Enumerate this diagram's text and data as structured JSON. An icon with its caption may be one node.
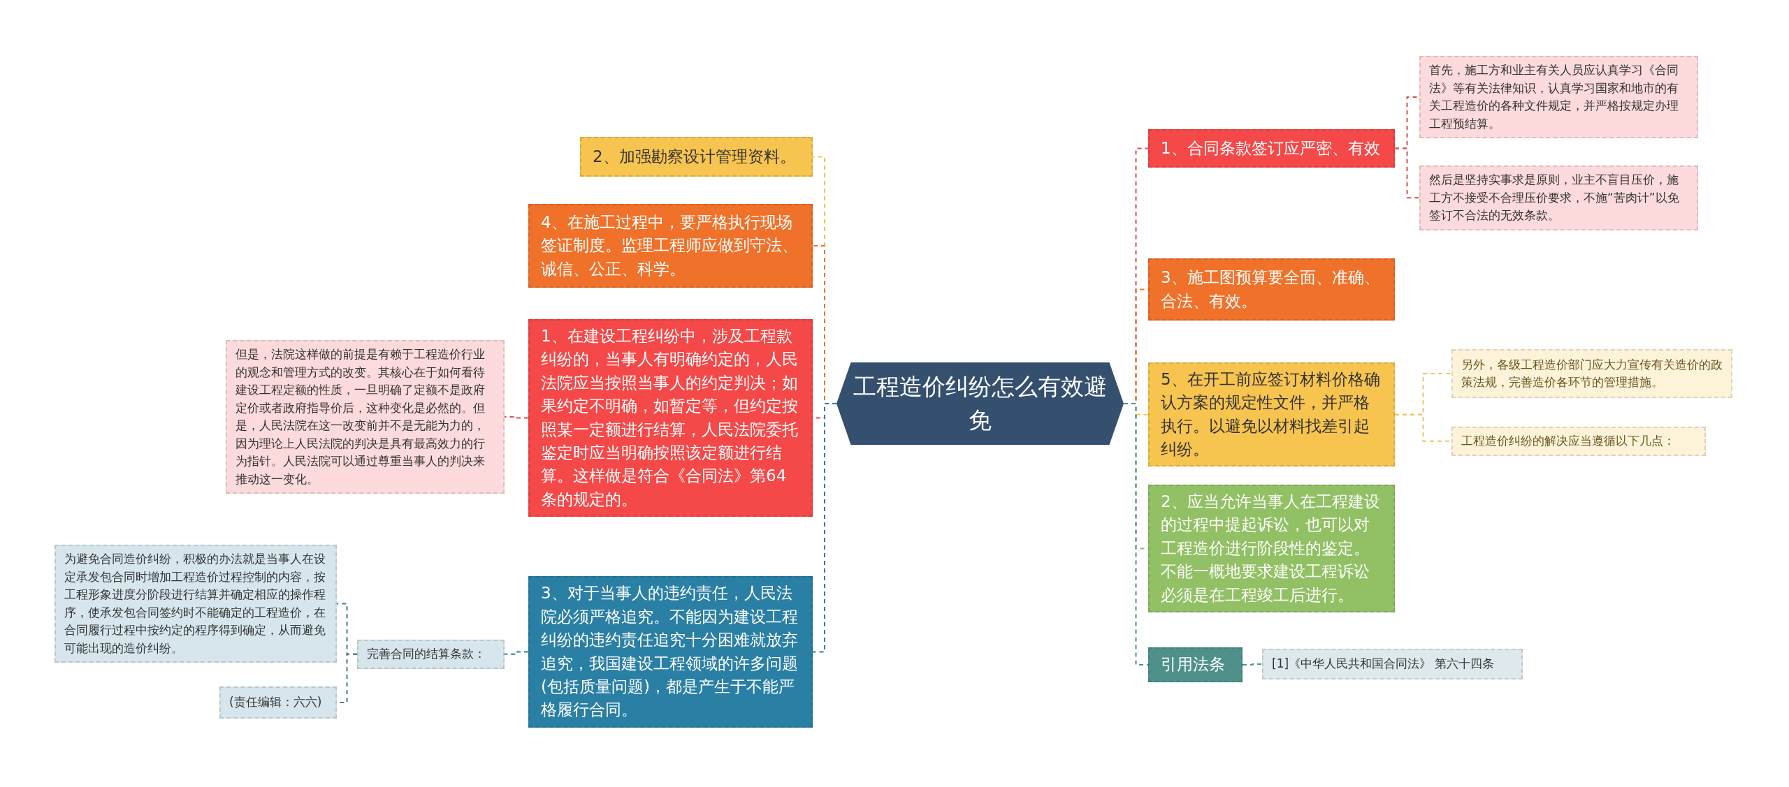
{
  "diagram": {
    "nodes": [
      {
        "text": [
          "工程造价纠纷怎么有效避免"
        ]
      },
      {
        "text": [
          "2、加强勘察设计管理资料。"
        ]
      },
      {
        "text": [
          "4、在施工过程中，要严格执行现场签证制度。监理工程师应做到守法、诚信、公正、科学。"
        ]
      },
      {
        "text": [
          "1、在建设工程纠纷中，涉及工程款纠纷的，当事人有明确约定的，人民法院应当按照当事人的约定判决；如果约定不明确，如暂定等，但约定按照某一定额进行结算，人民法院委托鉴定时应当明确按照该定额进行结算。这样做是符合《合同法》第64条的规定的。"
        ]
      },
      {
        "text": [
          "但是，法院这样做的前提是有赖于工程造价行业的观念和管理方式的改变。其核心在于如何看待建设工程定额的性质，一旦明确了定额不是政府定价或者政府指导价后，这种变化是必然的。但是，人民法院在这一改变前并不是无能为力的，因为理论上人民法院的判决是具有最高效力的行为指针。人民法院可以通过尊重当事人的判决来推动这一变化。"
        ]
      },
      {
        "text": [
          "3、对于当事人的违约责任，人民法院必须严格追究。不能因为建设工程纠纷的违约责任追究十分困难就放弃追究，我国建设工程领域的许多问题(包括质量问题)，都是产生于不能严格履行合同。"
        ]
      },
      {
        "text": [
          "完善合同的结算条款："
        ]
      },
      {
        "text": [
          "为避免合同造价纠纷，积极的办法就是当事人在设定承发包合同时增加工程造价过程控制的内容，按工程形象进度分阶段进行结算并确定相应的操作程序，使承发包合同签约时不能确定的工程造价，在合同履行过程中按约定的程序得到确定，从而避免可能出现的造价纠纷。"
        ]
      },
      {
        "text": [
          "(责任编辑：六六)"
        ]
      },
      {
        "text": [
          "1、合同条款签订应严密、有效"
        ]
      },
      {
        "text": [
          "首先，施工方和业主有关人员应认真学习《合同法》等有关法律知识，认真学习国家和地市的有关工程造价的各种文件规定，并严格按规定办理工程预结算。"
        ]
      },
      {
        "text": [
          "然后是坚持实事求是原则，业主不盲目压价，施工方不接受不合理压价要求，不施“苦肉计”以免签订不合法的无效条款。"
        ]
      },
      {
        "text": [
          "3、施工图预算要全面、准确、合法、有效。"
        ]
      },
      {
        "text": [
          "5、在开工前应签订材料价格确认方案的规定性文件，并严格执行。以避免以材料找差引起纠纷。"
        ]
      },
      {
        "text": [
          "另外，各级工程造价部门应大力宣传有关造价的政策法规，完善造价各环节的管理措施。"
        ]
      },
      {
        "text": [
          "工程造价纠纷的解决应当遵循以下几点："
        ]
      },
      {
        "text": [
          "2、应当允许当事人在工程建设的过程中提起诉讼，也可以对工程造价进行阶段性的鉴定。不能一概地要求建设工程诉讼必须是在工程竣工后进行。"
        ]
      },
      {
        "text": [
          "引用法条"
        ]
      },
      {
        "text": [
          "[1]《中华人民共和国合同法》 第六十四条"
        ]
      }
    ],
    "edges": [
      {
        "from": 0,
        "to": 1,
        "arrow": "none",
        "style": "dashed",
        "color": "#f5c24c"
      },
      {
        "from": 0,
        "to": 2,
        "arrow": "none",
        "style": "dashed",
        "color": "#f0712a"
      },
      {
        "from": 0,
        "to": 3,
        "arrow": "none",
        "style": "dashed",
        "color": "#e8474a"
      },
      {
        "from": 3,
        "to": 4,
        "arrow": "none",
        "style": "dashed",
        "color": "#e8474a"
      },
      {
        "from": 0,
        "to": 5,
        "arrow": "none",
        "style": "dashed",
        "color": "#2a7fa4"
      },
      {
        "from": 5,
        "to": 6,
        "arrow": "none",
        "style": "dashed",
        "color": "#2a7fa4"
      },
      {
        "from": 6,
        "to": 7,
        "arrow": "none",
        "style": "dashed",
        "color": "#4a7890"
      },
      {
        "from": 6,
        "to": 8,
        "arrow": "none",
        "style": "dashed",
        "color": "#4a7890"
      },
      {
        "from": 0,
        "to": 9,
        "arrow": "none",
        "style": "dashed",
        "color": "#e8474a"
      },
      {
        "from": 9,
        "to": 10,
        "arrow": "none",
        "style": "dashed",
        "color": "#d9534f"
      },
      {
        "from": 9,
        "to": 11,
        "arrow": "none",
        "style": "dashed",
        "color": "#d9534f"
      },
      {
        "from": 0,
        "to": 12,
        "arrow": "none",
        "style": "dashed",
        "color": "#f0712a"
      },
      {
        "from": 0,
        "to": 13,
        "arrow": "none",
        "style": "dashed",
        "color": "#f5c24c"
      },
      {
        "from": 13,
        "to": 14,
        "arrow": "none",
        "style": "dashed",
        "color": "#e8c56a"
      },
      {
        "from": 13,
        "to": 15,
        "arrow": "none",
        "style": "dashed",
        "color": "#e8c56a"
      },
      {
        "from": 0,
        "to": 16,
        "arrow": "none",
        "style": "dashed",
        "color": "#8fbf65"
      },
      {
        "from": 0,
        "to": 17,
        "arrow": "none",
        "style": "dashed",
        "color": "#4f918a"
      },
      {
        "from": 17,
        "to": 18,
        "arrow": "none",
        "style": "dashed",
        "color": "#4f918a"
      }
    ]
  }
}
